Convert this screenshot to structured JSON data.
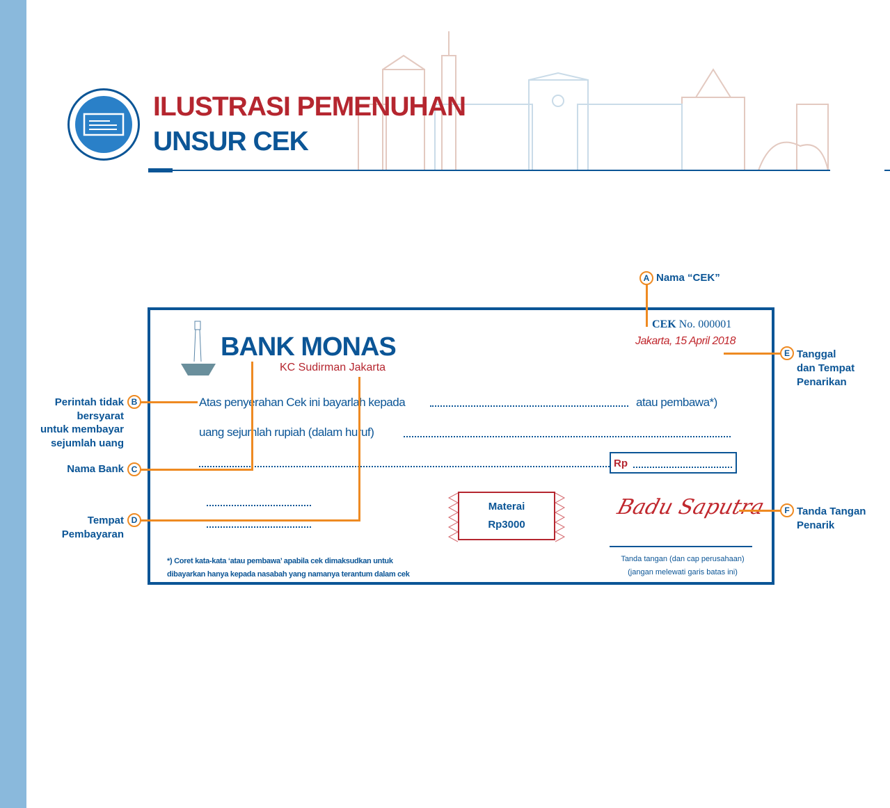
{
  "header": {
    "title_line1": "ILUSTRASI PEMENUHAN",
    "title_line2": "UNSUR CEK",
    "icon": "cheque-icon"
  },
  "cheque": {
    "cek_label": "CEK",
    "cek_no": "No. 000001",
    "date_place": "Jakarta, 15 April 2018",
    "bank_name": "BANK MONAS",
    "branch": "KC Sudirman Jakarta",
    "line1": "Atas penyerahan Cek ini bayarlah kepada",
    "line1_suffix": "atau pembawa*)",
    "line2": "uang sejumlah rupiah (dalam huruf)",
    "rp_label": "Rp",
    "stamp_line1": "Materai",
    "stamp_line2": "Rp3000",
    "signature": "Badu Saputra",
    "sig_caption1": "Tanda tangan (dan cap perusahaan)",
    "sig_caption2": "(jangan melewati garis batas ini)",
    "footnote1": "*) Coret kata-kata ‘atau pembawa’ apabila cek dimaksudkan untuk",
    "footnote2": "dibayarkan hanya kepada nasabah yang namanya terantum dalam cek"
  },
  "annotations": {
    "A": {
      "letter": "A",
      "label": "Nama  “CEK”"
    },
    "B": {
      "letter": "B",
      "lines": [
        "Perintah tidak",
        "bersyarat",
        "untuk membayar",
        "sejumlah uang"
      ]
    },
    "C": {
      "letter": "C",
      "label": "Nama Bank"
    },
    "D": {
      "letter": "D",
      "lines": [
        "Tempat",
        "Pembayaran"
      ]
    },
    "E": {
      "letter": "E",
      "lines": [
        "Tanggal",
        "dan Tempat",
        "Penarikan"
      ]
    },
    "F": {
      "letter": "F",
      "lines": [
        "Tanda Tangan",
        "Penarik"
      ]
    }
  },
  "colors": {
    "blue": "#0b5596",
    "red": "#b5262f",
    "orange": "#ee8a22",
    "stripe": "#8ab9dc"
  }
}
